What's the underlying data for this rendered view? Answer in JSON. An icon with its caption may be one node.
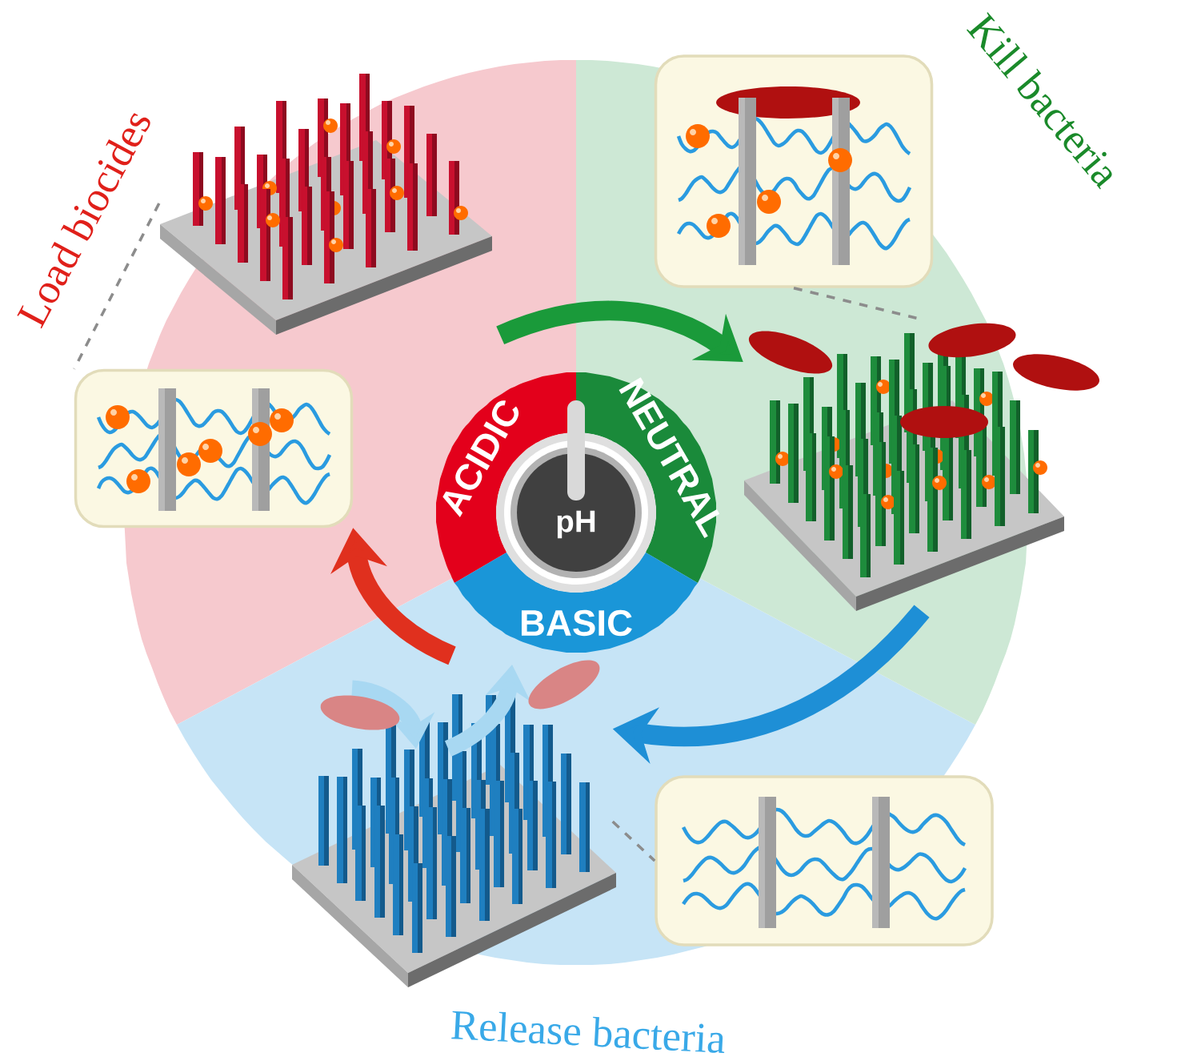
{
  "diagram": {
    "nodes": [
      {
        "text": [
          "ACIDIC"
        ]
      },
      {
        "text": [
          "NEUTRAL"
        ]
      },
      {
        "text": [
          "BASIC"
        ]
      },
      {
        "text": [
          "pH"
        ]
      },
      {
        "text": [],
        "shape": "picture"
      },
      {
        "text": [],
        "shape": "box"
      },
      {
        "text": [],
        "shape": "picture"
      },
      {
        "text": [],
        "shape": "box"
      },
      {
        "text": [],
        "shape": "picture"
      },
      {
        "text": [],
        "shape": "box"
      }
    ],
    "edges": [
      {
        "from": 4,
        "to": 6,
        "arrow": "to",
        "style": "thick",
        "color": "#1a9a3a"
      },
      {
        "from": 6,
        "to": 8,
        "arrow": "to",
        "style": "thick",
        "color": "#1e8fd6"
      },
      {
        "from": 8,
        "to": 5,
        "arrow": "to",
        "style": "thick",
        "color": "#e0301e"
      },
      {
        "from": 4,
        "to": 5,
        "arrow": "none",
        "style": "dashed",
        "color": "#8c8c8c"
      },
      {
        "from": 7,
        "to": 6,
        "arrow": "none",
        "style": "dashed",
        "color": "#8c8c8c"
      },
      {
        "from": 8,
        "to": 9,
        "arrow": "none",
        "style": "dashed",
        "color": "#8c8c8c"
      }
    ],
    "labels": [
      "Load biocides",
      "Kill bacteria",
      "Release bacteria"
    ]
  }
}
